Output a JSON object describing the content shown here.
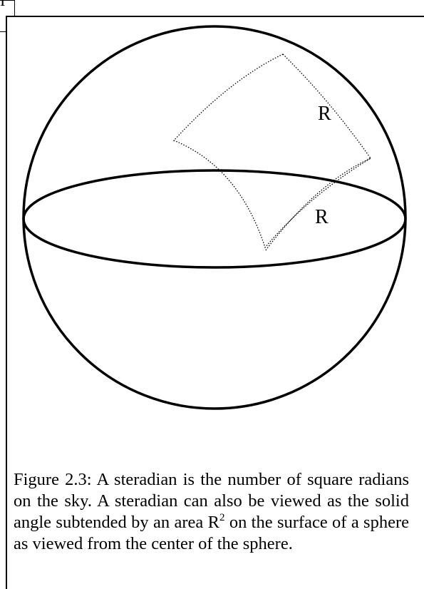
{
  "corner_glyph": "I",
  "diagram": {
    "labels": {
      "upper": "R",
      "lower": "R"
    },
    "colors": {
      "stroke": "#000000",
      "background": "#ffffff"
    }
  },
  "caption": {
    "before_superscript": "Figure 2.3: A steradian is the number of square radians on the sky. A steradian can also be viewed as the solid angle subtended by an area R",
    "superscript": "2",
    "after_superscript": " on the surface of a sphere as viewed from the center of the sphere."
  }
}
